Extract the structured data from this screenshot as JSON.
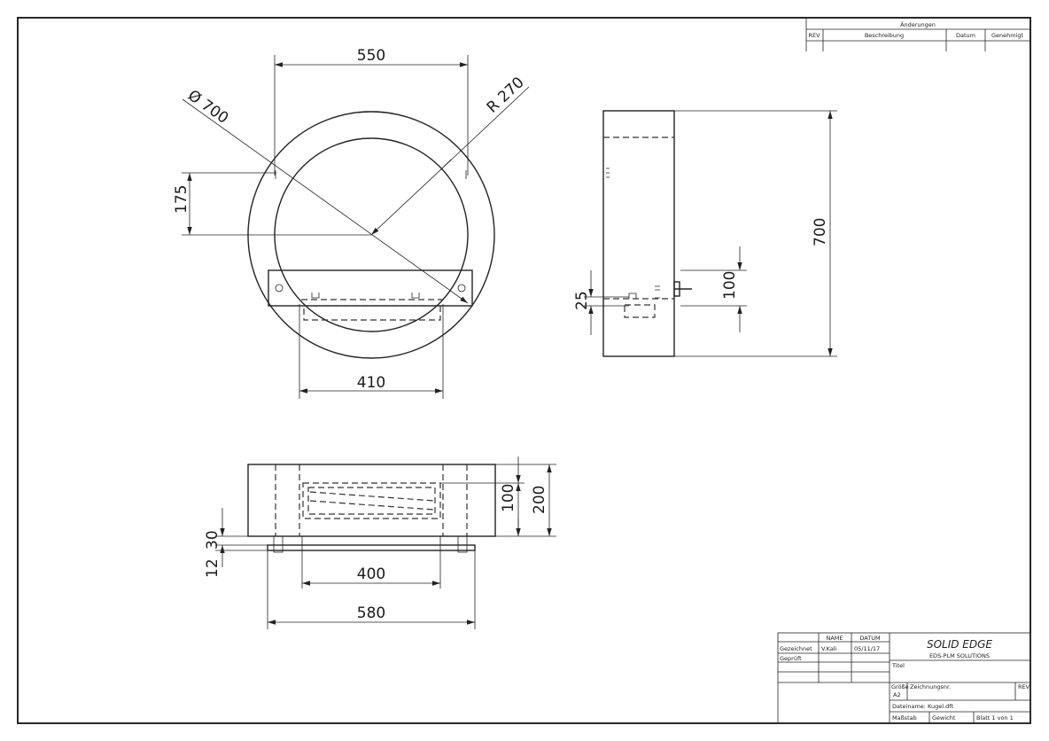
{
  "revision_table": {
    "title": "Änderungen",
    "columns": [
      "REV",
      "Beschreibung",
      "Datum",
      "Genehmigt"
    ]
  },
  "front_view": {
    "width_550": "550",
    "diameter": "Ø 700",
    "radius": "R 270",
    "height_175": "175",
    "width_410": "410"
  },
  "side_view": {
    "height_700": "700",
    "depth_100": "100",
    "depth_25": "25"
  },
  "top_view": {
    "height_100": "100",
    "height_200": "200",
    "offset_30": "30",
    "offset_12": "12",
    "width_400": "400",
    "width_580": "580"
  },
  "title_block": {
    "col_name": "NAME",
    "col_date": "DATUM",
    "row_drawn": "Gezeichnet",
    "drawn_name": "V.Kali",
    "drawn_date": "05/11/17",
    "row_checked": "Geprüft",
    "logo_main": "SOLID EDGE",
    "logo_sub": "EDS-PLM SOLUTIONS",
    "title_label": "Titel",
    "size_label": "Größe",
    "size_value": "A2",
    "drawing_no_label": "Zeichnungsnr.",
    "rev_label": "REV",
    "file_name": "Dateiname: Kugel.dft",
    "scale": "Maßstab",
    "weight": "Gewicht",
    "sheet": "Blatt 1 von 1"
  }
}
